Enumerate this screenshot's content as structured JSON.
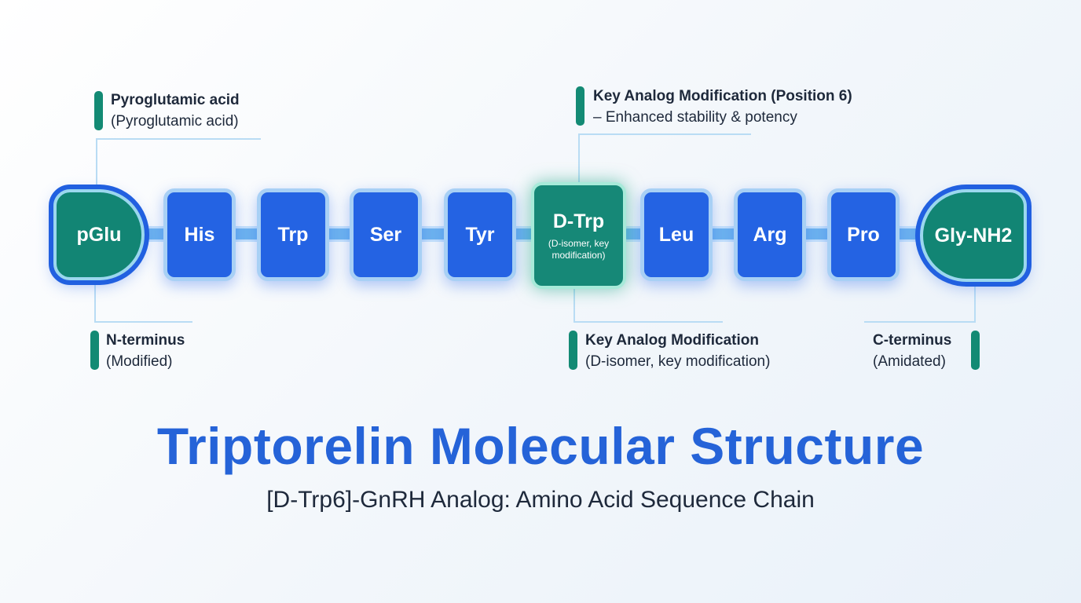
{
  "sequence": [
    {
      "label": "pGlu"
    },
    {
      "label": "His"
    },
    {
      "label": "Trp"
    },
    {
      "label": "Ser"
    },
    {
      "label": "Tyr"
    },
    {
      "label": "D-Trp",
      "note": "(D-isomer, key modification)"
    },
    {
      "label": "Leu"
    },
    {
      "label": "Arg"
    },
    {
      "label": "Pro"
    },
    {
      "label": "Gly-NH2"
    }
  ],
  "annotations": {
    "top_left": {
      "title": "Pyroglutamic acid",
      "detail": "(Pyroglutamic acid)"
    },
    "top_right": {
      "title": "Key Analog Modification (Position 6)",
      "detail": "– Enhanced stability & potency"
    },
    "bottom_left": {
      "title": "N-terminus",
      "detail": "(Modified)"
    },
    "bottom_mid": {
      "title": "Key Analog Modification",
      "detail": "(D-isomer, key modification)"
    },
    "bottom_right": {
      "title": "C-terminus",
      "detail": "(Amidated)"
    }
  },
  "title": "Triptorelin Molecular Structure",
  "subtitle": "[D-Trp6]-GnRH Analog: Amino Acid Sequence Chain",
  "colors": {
    "blue": "#2463e3",
    "teal": "#128574",
    "title": "#2563d8"
  }
}
